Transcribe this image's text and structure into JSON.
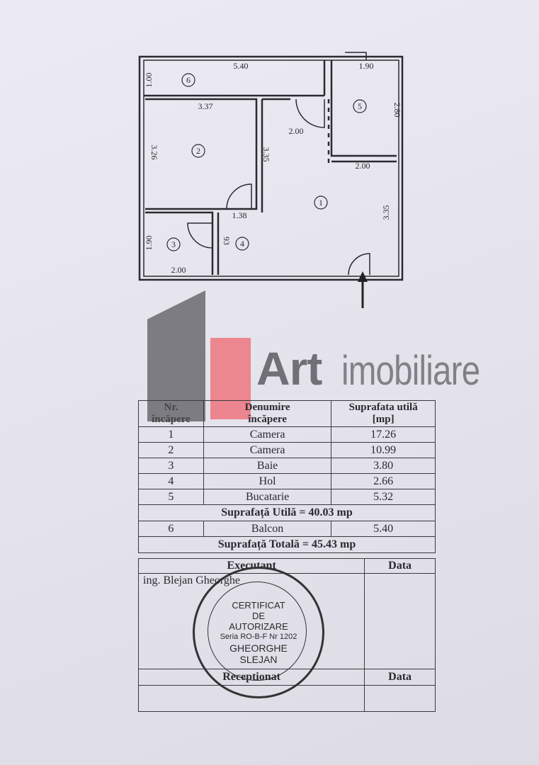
{
  "plan": {
    "rooms": [
      {
        "number": "1"
      },
      {
        "number": "2"
      },
      {
        "number": "3"
      },
      {
        "number": "4"
      },
      {
        "number": "5"
      },
      {
        "number": "6"
      }
    ],
    "dimensions": [
      "5.40",
      "1.00",
      "1.90",
      "2.80",
      "3.37",
      "3.26",
      "3.35",
      "2.00",
      "2.00",
      "3.35",
      "1.38",
      "93",
      "1.90",
      "2.00"
    ]
  },
  "logo": {
    "text_bold": "Art",
    "text_light": "imobiliare",
    "colors": {
      "gray": "#77767c",
      "pink": "#ec7b85"
    }
  },
  "table": {
    "headers": [
      "Nr. încăpere",
      "Denumire încăpere",
      "Suprafata utilă [mp]"
    ],
    "header_lines": [
      [
        "Nr.",
        "încăpere"
      ],
      [
        "Denumire",
        "încăpere"
      ],
      [
        "Suprafata utilă",
        "[mp]"
      ]
    ],
    "rows": [
      {
        "nr": "1",
        "name": "Camera",
        "area": "17.26"
      },
      {
        "nr": "2",
        "name": "Camera",
        "area": "10.99"
      },
      {
        "nr": "3",
        "name": "Baie",
        "area": "3.80"
      },
      {
        "nr": "4",
        "name": "Hol",
        "area": "2.66"
      },
      {
        "nr": "5",
        "name": "Bucatarie",
        "area": "5.32"
      }
    ],
    "useful_total": "Suprafață Utilă = 40.03 mp",
    "balcony": {
      "nr": "6",
      "name": "Balcon",
      "area": "5.40"
    },
    "total": "Suprafață Totală = 45.43 mp"
  },
  "signatures": {
    "executant_label": "Executant",
    "date_label": "Data",
    "executant_name": "ing. Blejan Gheorghe",
    "receptionat_label": "Receptionat",
    "date_label_2": "Data"
  },
  "stamp": {
    "lines": [
      "CERTIFICAT",
      "DE",
      "AUTORIZARE",
      "Seria RO-B-F Nr 1202",
      "GHEORGHE",
      "SLEJAN"
    ]
  }
}
